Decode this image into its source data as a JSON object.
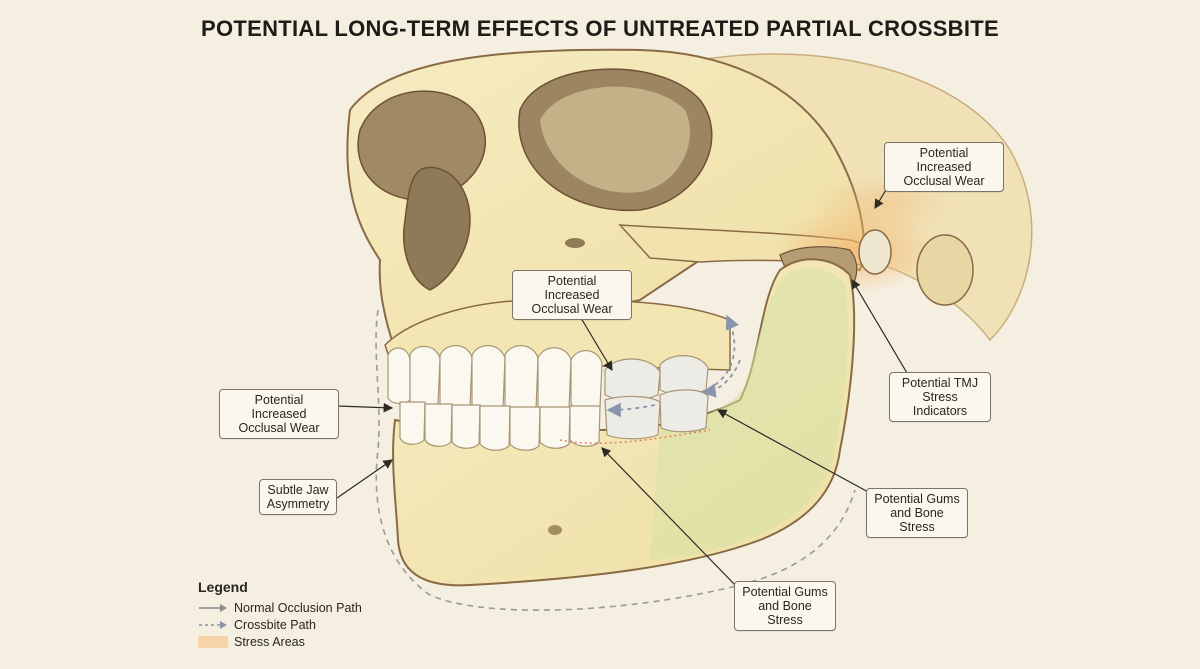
{
  "title": "POTENTIAL LONG-TERM EFFECTS OF UNTREATED PARTIAL CROSSBITE",
  "callouts": {
    "wear_right": "Potential Increased Occlusal Wear",
    "wear_center": "Potential Increased Occlusal Wear",
    "wear_left": "Potential Increased Occlusal Wear",
    "tmj": "Potential TMJ Stress Indicators",
    "gums_right": "Potential Gums and Bone Stress",
    "asymmetry": "Subtle Jaw Asymmetry",
    "gums_bottom": "Potential Gums and Bone Stress"
  },
  "legend": {
    "title": "Legend",
    "items": [
      {
        "label": "Normal Occlusion Path",
        "icon": "solid-arrow-icon"
      },
      {
        "label": "Crossbite Path",
        "icon": "dashed-arrow-icon"
      },
      {
        "label": "Stress Areas",
        "icon": "stress-swatch",
        "color": "#f6d3a8"
      }
    ]
  },
  "colors": {
    "bone": "#f3e7b5",
    "bone_outline": "#8a6a45",
    "teeth": "#fbf8f0",
    "stress": "#f2b873",
    "mandible_tint": "#dfe7b8",
    "background": "#f5efe2"
  }
}
